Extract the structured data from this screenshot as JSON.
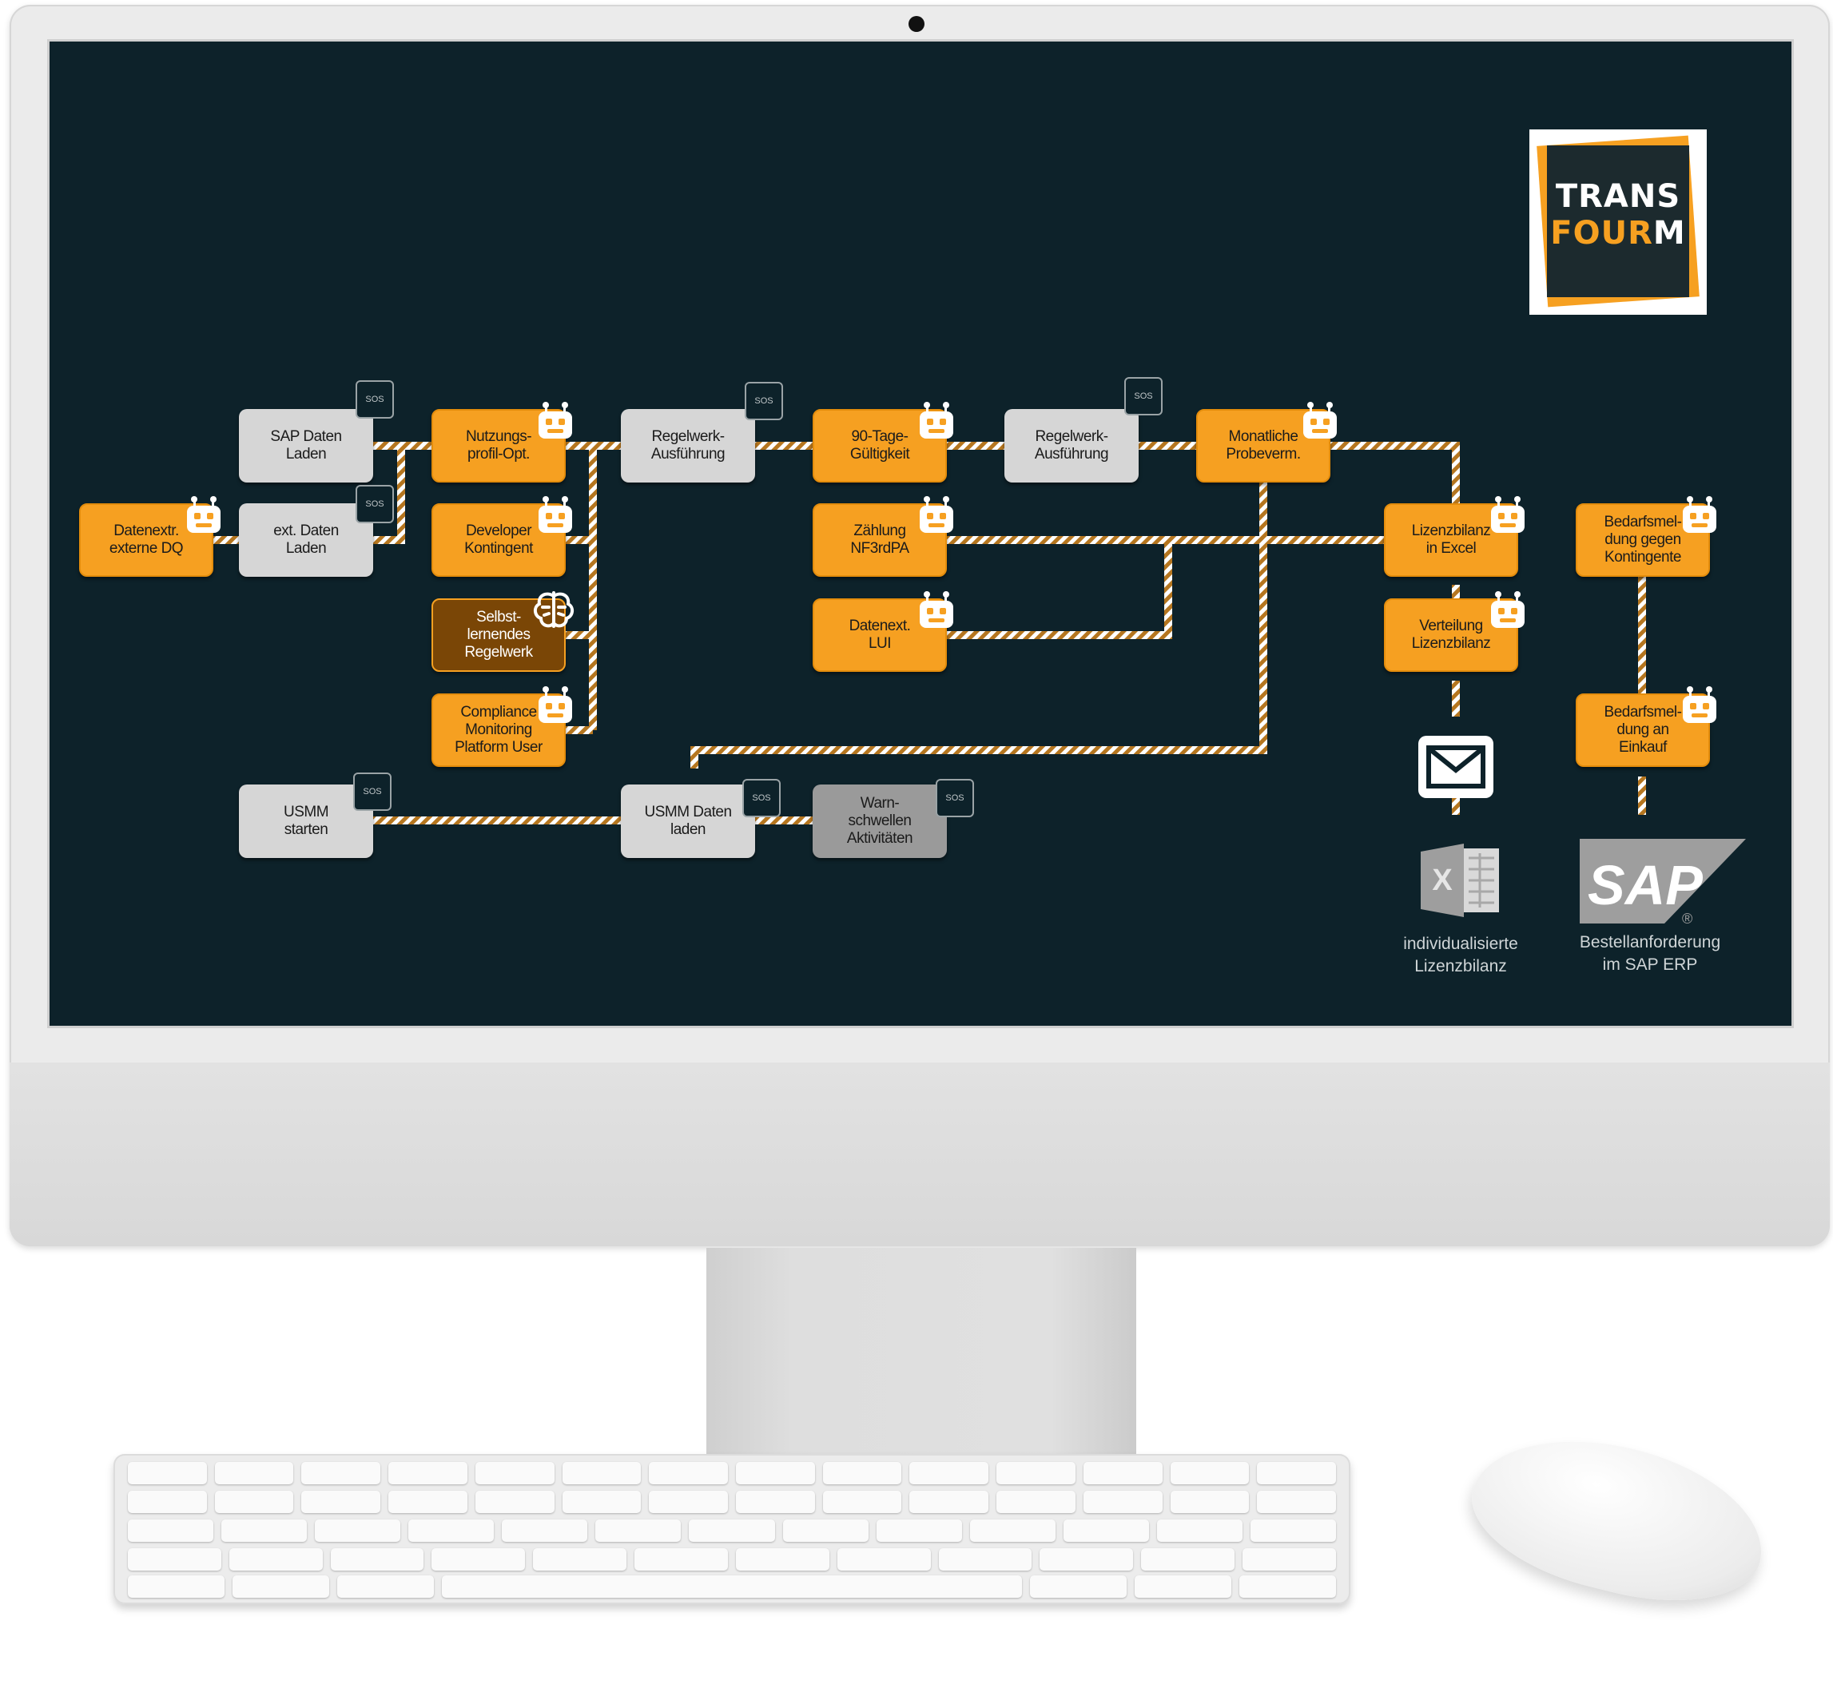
{
  "logo": {
    "line1": "TRANS",
    "line2_orange": "FOUR",
    "line2_white": "M"
  },
  "nodes": {
    "datenextr": "Datenextr.\nexterne DQ",
    "sap_laden": "SAP Daten\nLaden",
    "ext_laden": "ext. Daten\nLaden",
    "nutzungsprofil": "Nutzungs-\nprofil-Opt.",
    "developer": "Developer\nKontingent",
    "selbstlernend": "Selbst-\nlernendes\nRegelwerk",
    "compliance": "Compliance\nMonitoring\nPlatform User",
    "regelwerk1": "Regelwerk-\nAusführung",
    "tage90": "90-Tage-\nGültigkeit",
    "zaehlung": "Zählung\nNF3rdPA",
    "datenext_lui": "Datenext.\nLUI",
    "regelwerk2": "Regelwerk-\nAusführung",
    "monatliche": "Monatliche\nProbeverm.",
    "lizenzbilanz_excel": "Lizenzbilanz\nin Excel",
    "verteilung": "Verteilung\nLizenzbilanz",
    "bedarf_kontingente": "Bedarfsmel-\ndung gegen\nKontingente",
    "bedarf_einkauf": "Bedarfsmel-\ndung an\nEinkauf",
    "usmm_starten": "USMM\nstarten",
    "usmm_laden": "USMM Daten\nladen",
    "warnschwellen": "Warn-\nschwellen\nAktivitäten"
  },
  "sos_label": "SOS",
  "sap_logo_text": "SAP",
  "sap_registered": "®",
  "excel_letter": "X",
  "captions": {
    "excel": "individualisierte\nLizenzbilanz",
    "sap": "Bestellanforderung\nim SAP ERP"
  },
  "colors": {
    "screen": "#0d222a",
    "accent": "#f6a021",
    "node_gray": "#d6d6d6",
    "brown": "#7a4606"
  },
  "icons": [
    "robot-icon",
    "brain-icon",
    "mail-icon",
    "excel-icon",
    "sap-logo",
    "sos-icon"
  ]
}
